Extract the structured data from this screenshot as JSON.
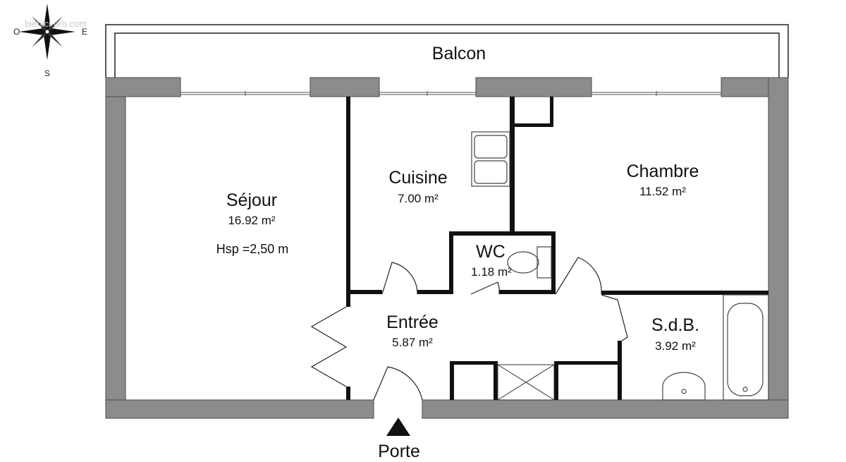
{
  "watermark": "bienici-pro.com",
  "compass": {
    "west": "O",
    "east": "E",
    "south": "S"
  },
  "balcony": {
    "name": "Balcon"
  },
  "rooms": [
    {
      "id": "sejour",
      "name": "Séjour",
      "area": "16.92 m²",
      "note": "Hsp =2,50 m"
    },
    {
      "id": "cuisine",
      "name": "Cuisine",
      "area": "7.00 m²"
    },
    {
      "id": "chambre",
      "name": "Chambre",
      "area": "11.52 m²"
    },
    {
      "id": "wc",
      "name": "WC",
      "area": "1.18 m²"
    },
    {
      "id": "entree",
      "name": "Entrée",
      "area": "5.87 m²"
    },
    {
      "id": "sdb",
      "name": "S.d.B.",
      "area": "3.92 m²"
    }
  ],
  "entrance": {
    "label": "Porte"
  }
}
